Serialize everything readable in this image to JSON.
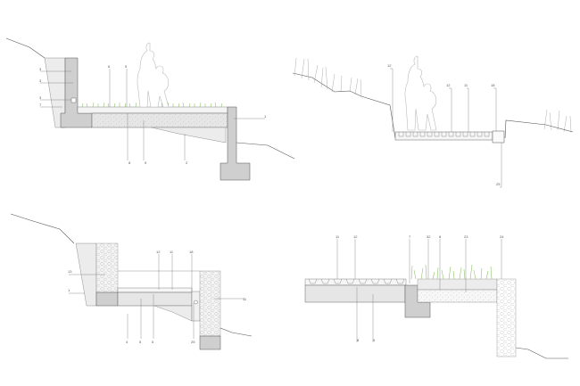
{
  "sections": [
    {
      "name": "section-1",
      "labels_left": [
        "3",
        "3",
        "3",
        "7"
      ],
      "labels_top": [
        "6",
        "5"
      ],
      "labels_right": [
        "1"
      ],
      "labels_bottom": [
        "8",
        "9",
        "2"
      ]
    },
    {
      "name": "section-2",
      "labels_top": [
        "12",
        "12",
        "11",
        "18"
      ],
      "labels_bottom": [
        "25"
      ]
    },
    {
      "name": "section-3",
      "labels_left": [
        "13",
        "1"
      ],
      "labels_top": [
        "12",
        "11",
        "18"
      ],
      "labels_right": [
        "11"
      ],
      "labels_bottom": [
        "4",
        "5",
        "5",
        "25"
      ]
    },
    {
      "name": "section-4",
      "labels_top": [
        "11",
        "12",
        "7",
        "32",
        "8",
        "23",
        "24"
      ],
      "labels_bottom": [
        "8",
        "9"
      ]
    }
  ],
  "colors": {
    "concrete": "#cfcfcf",
    "fill": "#ececec",
    "grass": "#8fc06a",
    "line": "#555555"
  }
}
